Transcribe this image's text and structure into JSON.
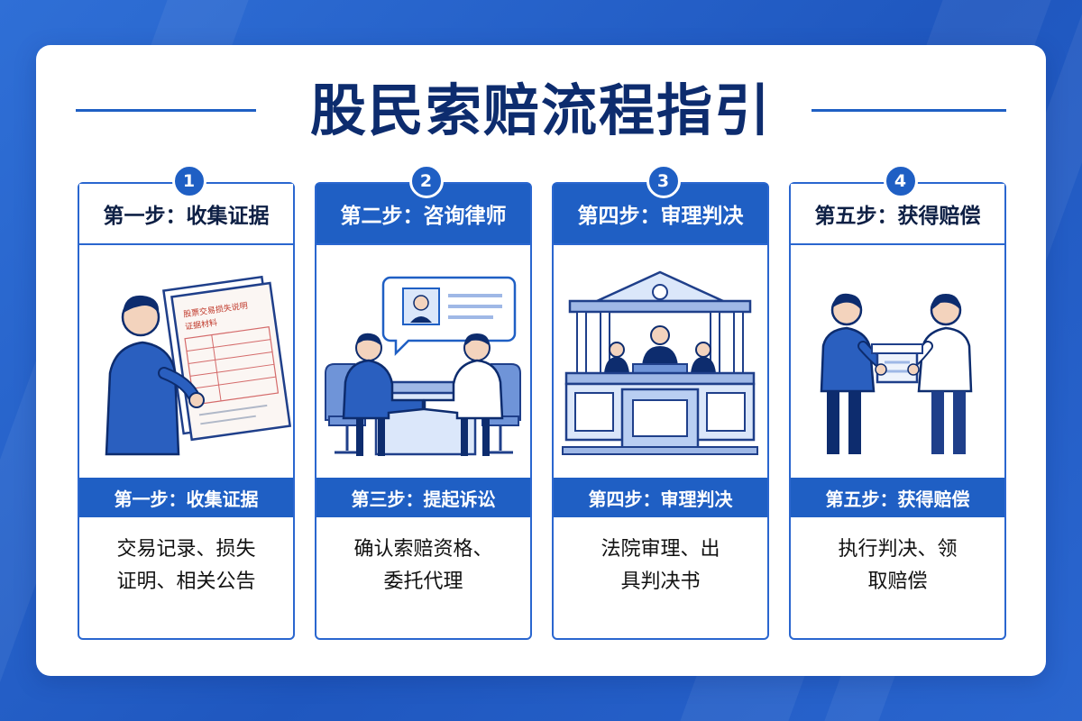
{
  "title": "股民索赔流程指引",
  "colors": {
    "primary": "#1f5fc4",
    "dark": "#0d2c6e",
    "light_fill": "#dbe7fa"
  },
  "cards": [
    {
      "number": "1",
      "header": "第一步：收集证据",
      "header_style": "light",
      "band": "第一步：收集证据",
      "desc": [
        "交易记录、损失",
        "证明、相关公告"
      ],
      "icon": "person-holding-document-icon",
      "doc_lines": [
        "股票交易损失说明",
        "证据材料"
      ]
    },
    {
      "number": "2",
      "header": "第二步：咨询律师",
      "header_style": "blue",
      "band": "第三步：提起诉讼",
      "desc": [
        "确认索赔资格、",
        "委托代理"
      ],
      "icon": "lawyer-consultation-icon"
    },
    {
      "number": "3",
      "header": "第四步：审理判决",
      "header_style": "blue",
      "band": "第四步：审理判决",
      "desc": [
        "法院审理、出",
        "具判决书"
      ],
      "icon": "courtroom-icon"
    },
    {
      "number": "4",
      "header": "第五步：获得赔偿",
      "header_style": "light",
      "band": "第五步：获得赔偿",
      "desc": [
        "执行判决、领",
        "取赔偿"
      ],
      "icon": "handover-compensation-icon"
    }
  ]
}
